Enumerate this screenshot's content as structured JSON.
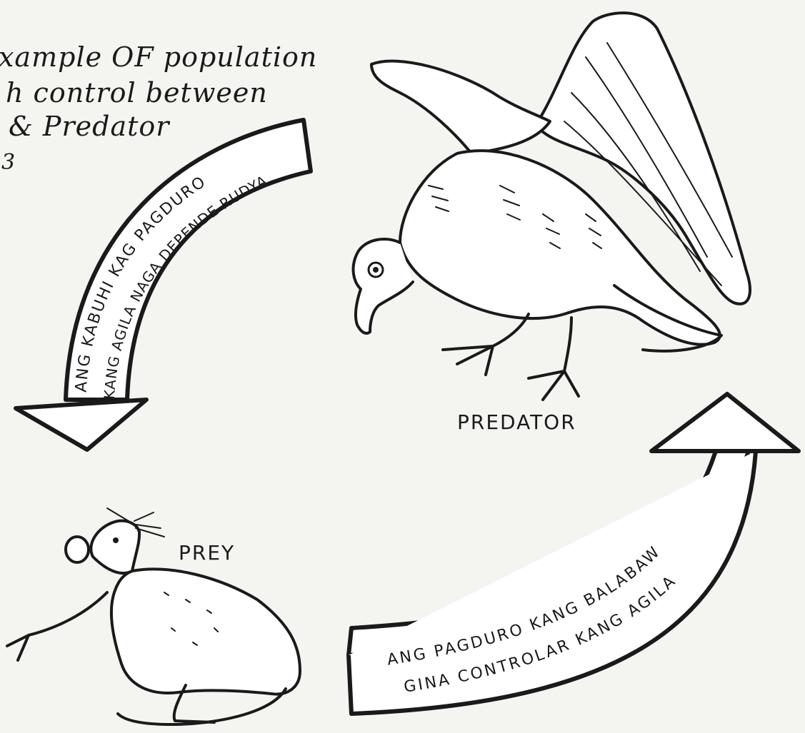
{
  "title": {
    "line1": "xample  OF  population",
    "line2": "h  control   between",
    "line3": "&  Predator",
    "line4": "3"
  },
  "labels": {
    "predator": "PREDATOR",
    "prey": "PREY"
  },
  "arrows": {
    "down_arrow": {
      "line1": "ANG KABUHI KAG PAGDURO",
      "line2": "KANG AGILA NAGA DEPENDE RUDYA"
    },
    "up_arrow": {
      "line1": "ANG PAGDURO KANG BALABAW",
      "line2": "GINA CONTROLAR KANG AGILA"
    }
  },
  "colors": {
    "ink": "#1a1a1a",
    "paper": "#f4f4f0"
  },
  "icons": [
    "eagle-illustration",
    "rat-illustration"
  ]
}
